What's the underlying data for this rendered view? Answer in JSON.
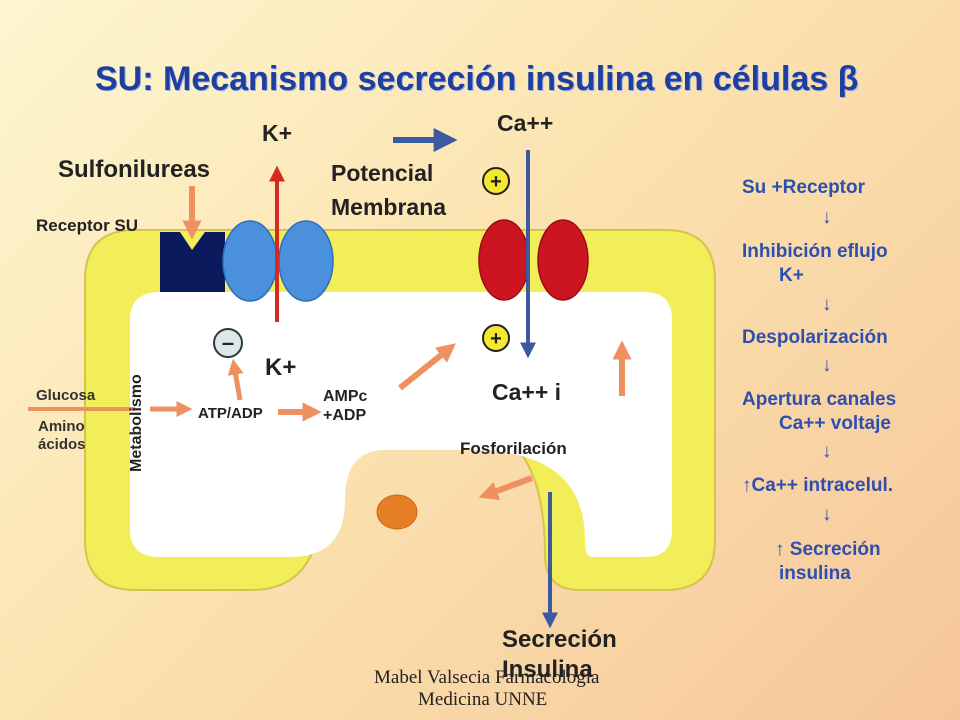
{
  "title": "SU: Mecanismo secreción insulina en células β",
  "labels": {
    "sulfonilureas": "Sulfonilureas",
    "receptor_su": "Receptor SU",
    "k_top": "K+",
    "k_inside": "K+",
    "ca_top": "Ca++",
    "potencial": "Potencial",
    "membrana": "Membrana",
    "plus_top": "+",
    "plus_inside": "+",
    "minus": "–",
    "glucosa": "Glucosa",
    "amino": "Amino",
    "acidos": "ácidos",
    "metabolismo": "Metabolismo",
    "atp_adp": "ATP/ADP",
    "ampc": "AMPc",
    "adp": "+ADP",
    "ca_i": "Ca++ i",
    "fosforilacion": "Fosforilación",
    "secrecion": "Secreción",
    "insulina": "Insulina"
  },
  "sidebar": {
    "items": [
      "Su +Receptor",
      "↓",
      "Inhibición eflujo",
      "K+",
      "↓",
      "Despolarización",
      "↓",
      "Apertura canales",
      "Ca++ voltaje",
      "↓",
      "↑Ca++ intracelul.",
      "↓",
      "↑ Secreción",
      "insulina"
    ]
  },
  "footer": {
    "line1": "Mabel Valsecia Farmacología",
    "line2": "Medicina UNNE"
  },
  "colors": {
    "title": "#1e3fa0",
    "membrane": "#f2ee5a",
    "cell_interior": "#ffffff",
    "k_channel": "#4a90dd",
    "ca_channel": "#cc1520",
    "receptor": "#0b1a5c",
    "orange_arrow": "#ee9060",
    "red_arrow": "#d42a20",
    "blue_arrow": "#3c5aa0",
    "sidebar_text": "#2f4fb0",
    "badge": "#f5e830"
  }
}
